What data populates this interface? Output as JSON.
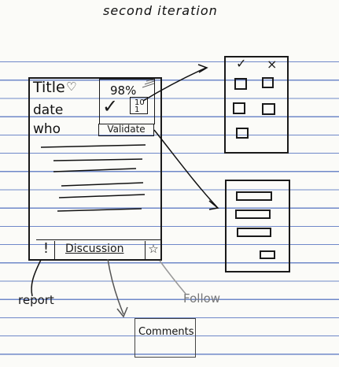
{
  "heading": "second iteration",
  "card": {
    "title": "Title",
    "date": "date",
    "who": "who",
    "validation": {
      "percent": "98%",
      "vote_count": "10\n1",
      "button_label": "Validate"
    },
    "footer": {
      "report_icon": "!",
      "discussion_label": "Discussion",
      "follow_icon": "☆"
    }
  },
  "annotations": {
    "report": "report",
    "follow": "Follow",
    "comments": "Comments"
  },
  "panels": {
    "top_panel": {
      "accept_icon": "✓",
      "reject_icon": "×"
    }
  },
  "icons": {
    "heart": "♡",
    "check": "✓"
  }
}
